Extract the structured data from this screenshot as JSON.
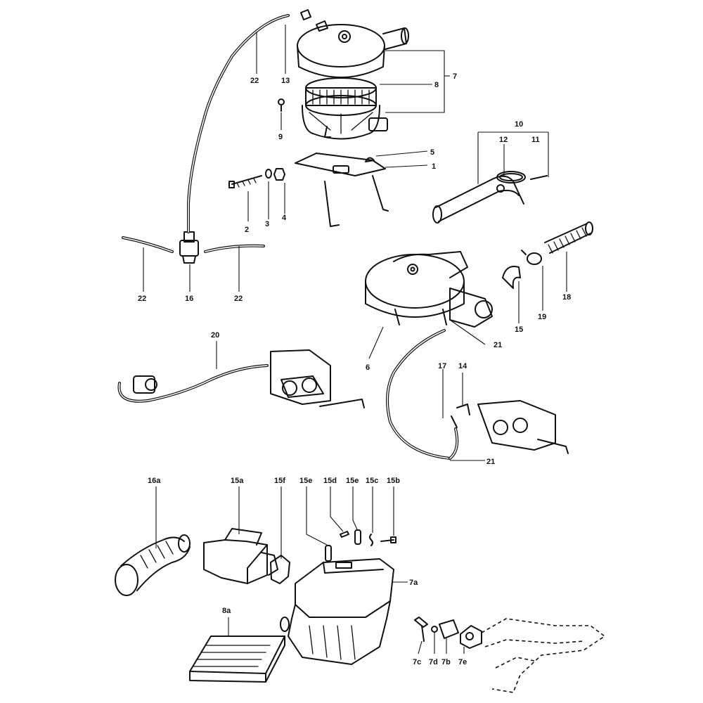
{
  "callouts": {
    "c1": "1",
    "c2": "2",
    "c3": "3",
    "c4": "4",
    "c5": "5",
    "c6": "6",
    "c7": "7",
    "c8": "8",
    "c9": "9",
    "c10": "10",
    "c11": "11",
    "c12": "12",
    "c13": "13",
    "c14": "14",
    "c15": "15",
    "c16": "16",
    "c17": "17",
    "c18": "18",
    "c19": "19",
    "c20": "20",
    "c21a": "21",
    "c21b": "21",
    "c22a": "22",
    "c22b": "22",
    "c22c": "22",
    "c16a": "16a",
    "c15a": "15a",
    "c15f": "15f",
    "c15e_1": "15e",
    "c15d": "15d",
    "c15e_2": "15e",
    "c15c": "15c",
    "c15b": "15b",
    "c7a": "7a",
    "c8a": "8a",
    "c7c": "7c",
    "c7d": "7d",
    "c7b": "7b",
    "c7e": "7e"
  }
}
